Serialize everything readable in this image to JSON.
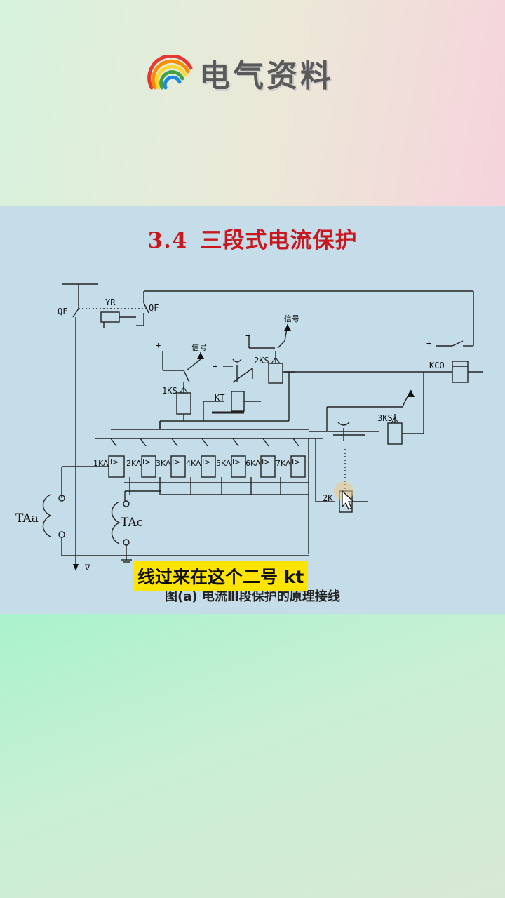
{
  "brand": {
    "name": "电气资料",
    "logo_icon": "rainbow-icon"
  },
  "slide": {
    "number": "3.4",
    "title": "三段式电流保护",
    "caption": "图(a)    电流Ⅲ段保护的原理接线"
  },
  "diagram_labels": {
    "qf_left": "QF",
    "qf_right": "QF",
    "yr": "YR",
    "signal_1": "信号",
    "signal_2": "信号",
    "ks1": "1KS",
    "ks2": "2KS",
    "ks3": "3KS",
    "kt": "KT",
    "kco": "KCO",
    "k2": "2K",
    "plus_1": "+",
    "plus_2": "+",
    "plus_3": "+",
    "relays": [
      "1KA",
      "2KA",
      "3KA",
      "4KA",
      "5KA",
      "6KA",
      "7KA"
    ],
    "relay_symbol": "I>",
    "ta_a": "TAa",
    "ta_c": "TAc",
    "ground_mark": "∇"
  },
  "subtitle": "线过来在这个二号 kt",
  "colors": {
    "title_red": "#c8171e",
    "slide_bg": "#c5dde8",
    "subtitle_bg": "#ffe400"
  }
}
